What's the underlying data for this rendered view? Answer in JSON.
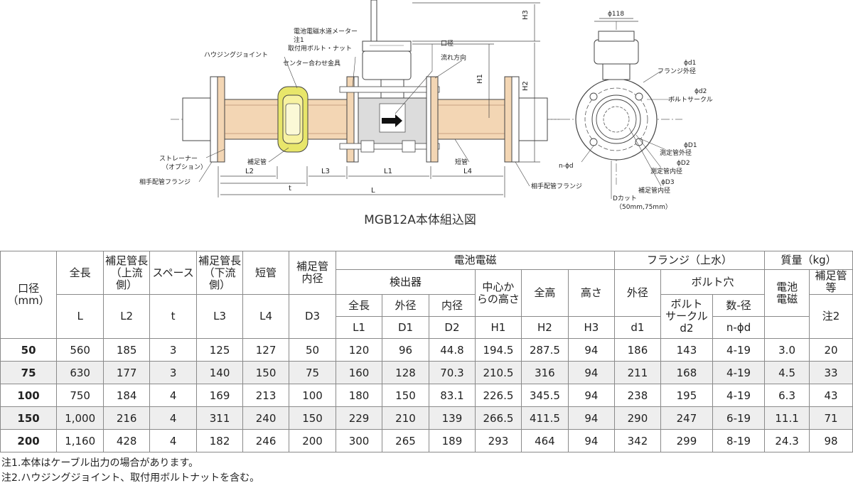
{
  "drawing": {
    "caption": "MGB12A本体組込図",
    "labels": {
      "meter": "電池電磁水道メーター",
      "note1": "注1",
      "bolt_nut": "取付用ボルト・ナット",
      "housing_joint": "ハウジングジョイント",
      "center_fitting": "センター合わせ金具",
      "bore": "口径",
      "flow_dir": "流れ方向",
      "strainer": "ストレーナー",
      "strainer_opt": "（オプション）",
      "mating_flange_left": "相手配管フランジ",
      "aux_pipe": "補足管",
      "short_pipe": "短管",
      "mating_flange_right": "相手配管フランジ",
      "phi118": "ϕ118",
      "phi_d1": "ϕd1",
      "flange_od": "フランジ外径",
      "phi_d2": "ϕd2",
      "bolt_circle": "ボルトサークル",
      "phi_D1": "ϕD1",
      "meas_od": "測定管外径",
      "phi_D2": "ϕD2",
      "meas_id": "測定管内径",
      "phi_D3": "ϕD3",
      "aux_id": "補足管内径",
      "n_phi_d": "n-ϕd",
      "d_cut": "Dカット",
      "d_cut_sizes": "（50mm,75mm）"
    },
    "dims": {
      "H3": "H3",
      "H2": "H2",
      "H1": "H1",
      "L2": "L2",
      "L3": "L3",
      "L1": "L1",
      "L4": "L4",
      "t": "t",
      "L": "L"
    }
  },
  "table": {
    "headers": {
      "size": "口径",
      "size_unit": "（mm）",
      "total_length": "全長",
      "aux_up": "補足管長",
      "aux_up_sub": "（上流側）",
      "space": "スペース",
      "aux_down": "補足管長",
      "aux_down_sub": "（下流側）",
      "short": "短管",
      "aux_id": "補足管",
      "aux_id2": "内径",
      "battery": "電池電磁",
      "detector": "検出器",
      "center_height": "中心か",
      "center_height2": "らの高さ",
      "total_height": "全高",
      "height": "高さ",
      "flange": "フランジ（上水）",
      "flange_od": "外径",
      "bolt_hole": "ボルト穴",
      "bolt_circle": "ボルト",
      "bolt_circle2": "サークル",
      "count_dia": "数-径",
      "mass": "質量（kg）",
      "mass_battery": "電池",
      "mass_battery2": "電磁",
      "mass_aux": "補足管等",
      "det_len": "全長",
      "det_od": "外径",
      "det_id": "内径"
    },
    "symbols": {
      "L": "L",
      "L2": "L2",
      "t": "t",
      "L3": "L3",
      "L4": "L4",
      "D3": "D3",
      "L1": "L1",
      "D1": "D1",
      "D2": "D2",
      "H1": "H1",
      "H2": "H2",
      "H3": "H3",
      "d1": "d1",
      "d2": "d2",
      "nphid": "n-ϕd",
      "note2": "注2"
    },
    "rows": [
      [
        "50",
        "560",
        "185",
        "3",
        "125",
        "127",
        "50",
        "120",
        "96",
        "44.8",
        "194.5",
        "287.5",
        "94",
        "186",
        "143",
        "4-19",
        "3.0",
        "20"
      ],
      [
        "75",
        "630",
        "177",
        "3",
        "140",
        "150",
        "75",
        "160",
        "128",
        "70.3",
        "210.5",
        "316",
        "94",
        "211",
        "168",
        "4-19",
        "4.5",
        "33"
      ],
      [
        "100",
        "750",
        "184",
        "4",
        "169",
        "213",
        "100",
        "180",
        "150",
        "83.1",
        "226.5",
        "345.5",
        "94",
        "238",
        "195",
        "4-19",
        "6.3",
        "43"
      ],
      [
        "150",
        "1,000",
        "216",
        "4",
        "311",
        "240",
        "150",
        "229",
        "210",
        "139",
        "266.5",
        "411.5",
        "94",
        "290",
        "247",
        "6-19",
        "11.1",
        "71"
      ],
      [
        "200",
        "1,160",
        "428",
        "4",
        "182",
        "246",
        "200",
        "300",
        "265",
        "189",
        "293",
        "464",
        "94",
        "342",
        "299",
        "8-19",
        "24.3",
        "98"
      ]
    ]
  },
  "notes": [
    "注1.本体はケーブル出力の場合があります。",
    "注2.ハウジングジョイント、取付用ボルトナットを含む。"
  ]
}
